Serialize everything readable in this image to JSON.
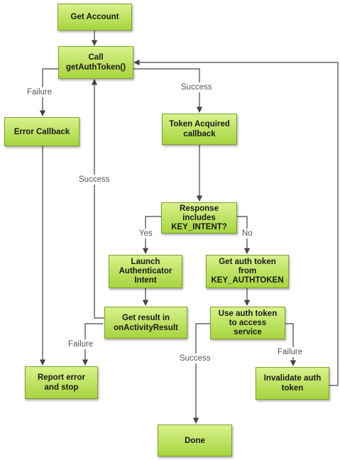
{
  "nodes": {
    "get_account": "Get Account",
    "call_get_auth_token_line1": "Call",
    "call_get_auth_token_line2": "getAuthToken()",
    "error_callback": "Error Callback",
    "token_acquired_line1": "Token Acquired",
    "token_acquired_line2": "callback",
    "response_line1": "Response",
    "response_line2": "includes",
    "response_line3": "KEY_INTENT?",
    "launch_line1": "Launch",
    "launch_line2": "Authenticator",
    "launch_line3": "Intent",
    "get_token_line1": "Get auth token",
    "get_token_line2": "from",
    "get_token_line3": "KEY_AUTHTOKEN",
    "get_result_line1": "Get result in",
    "get_result_line2": "onActivityResult",
    "use_token_line1": "Use auth token",
    "use_token_line2": "to access",
    "use_token_line3": "service",
    "report_error_line1": "Report error",
    "report_error_line2": "and stop",
    "invalidate_line1": "Invalidate auth",
    "invalidate_line2": "token",
    "done": "Done"
  },
  "edge_labels": {
    "failure_1": "Failure",
    "success_1": "Success",
    "success_loop": "Success",
    "yes": "Yes",
    "no": "No",
    "failure_2": "Failure",
    "success_2": "Success",
    "failure_3": "Failure"
  },
  "colors": {
    "node_fill_top": "#d8f28c",
    "node_fill_bottom": "#a7d43f",
    "node_border": "#7ea22a",
    "connector": "#444444",
    "label_text": "#555555"
  }
}
